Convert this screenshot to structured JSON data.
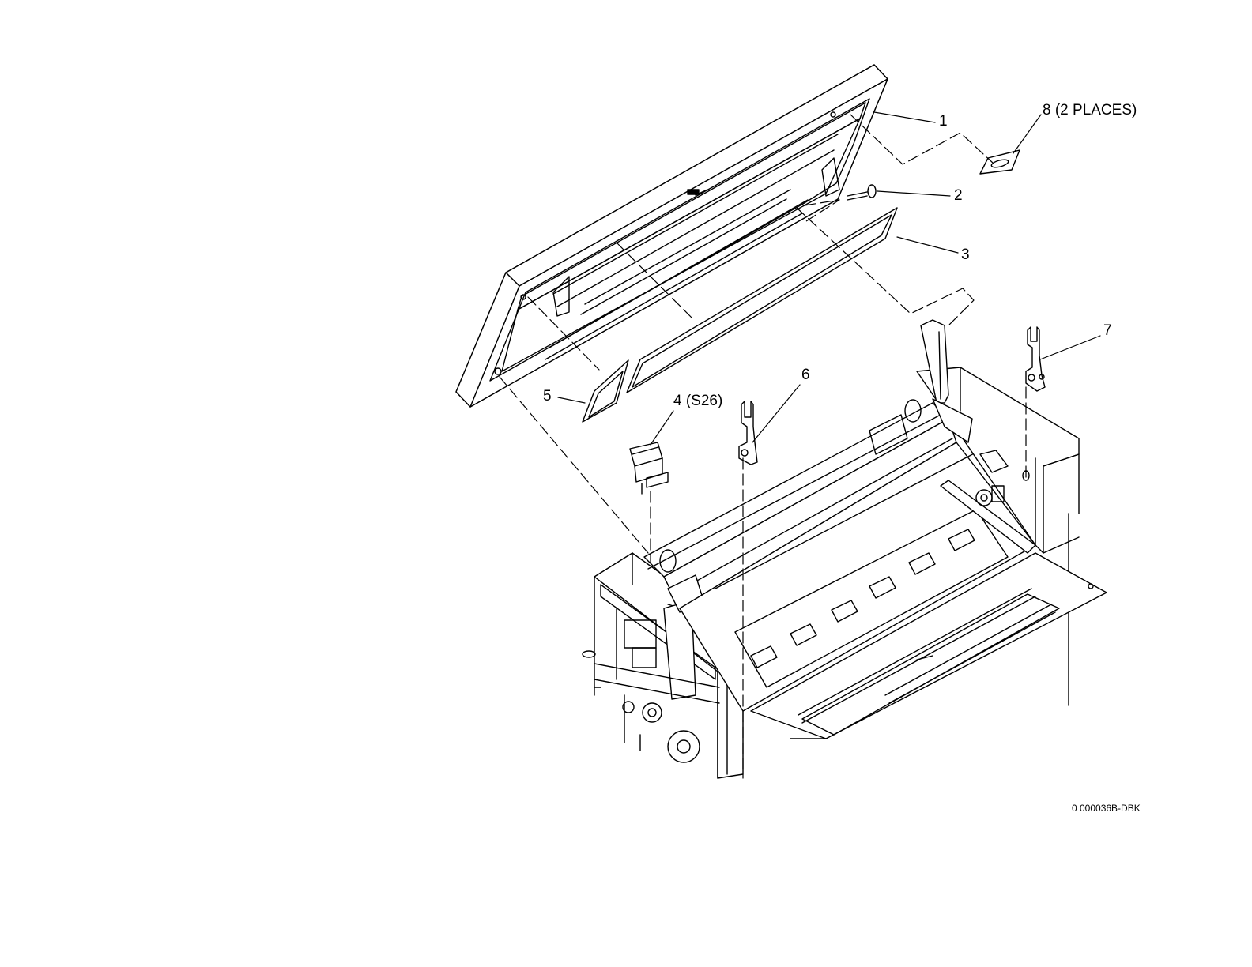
{
  "diagram": {
    "drawing_code": "0 000036B-DBK",
    "callouts": [
      {
        "id": "1",
        "label": "1"
      },
      {
        "id": "2",
        "label": "2"
      },
      {
        "id": "3",
        "label": "3"
      },
      {
        "id": "4",
        "label": "4 (S26)"
      },
      {
        "id": "5",
        "label": "5"
      },
      {
        "id": "6",
        "label": "6"
      },
      {
        "id": "7",
        "label": "7"
      },
      {
        "id": "8",
        "label": "8 (2 PLACES)"
      }
    ]
  }
}
